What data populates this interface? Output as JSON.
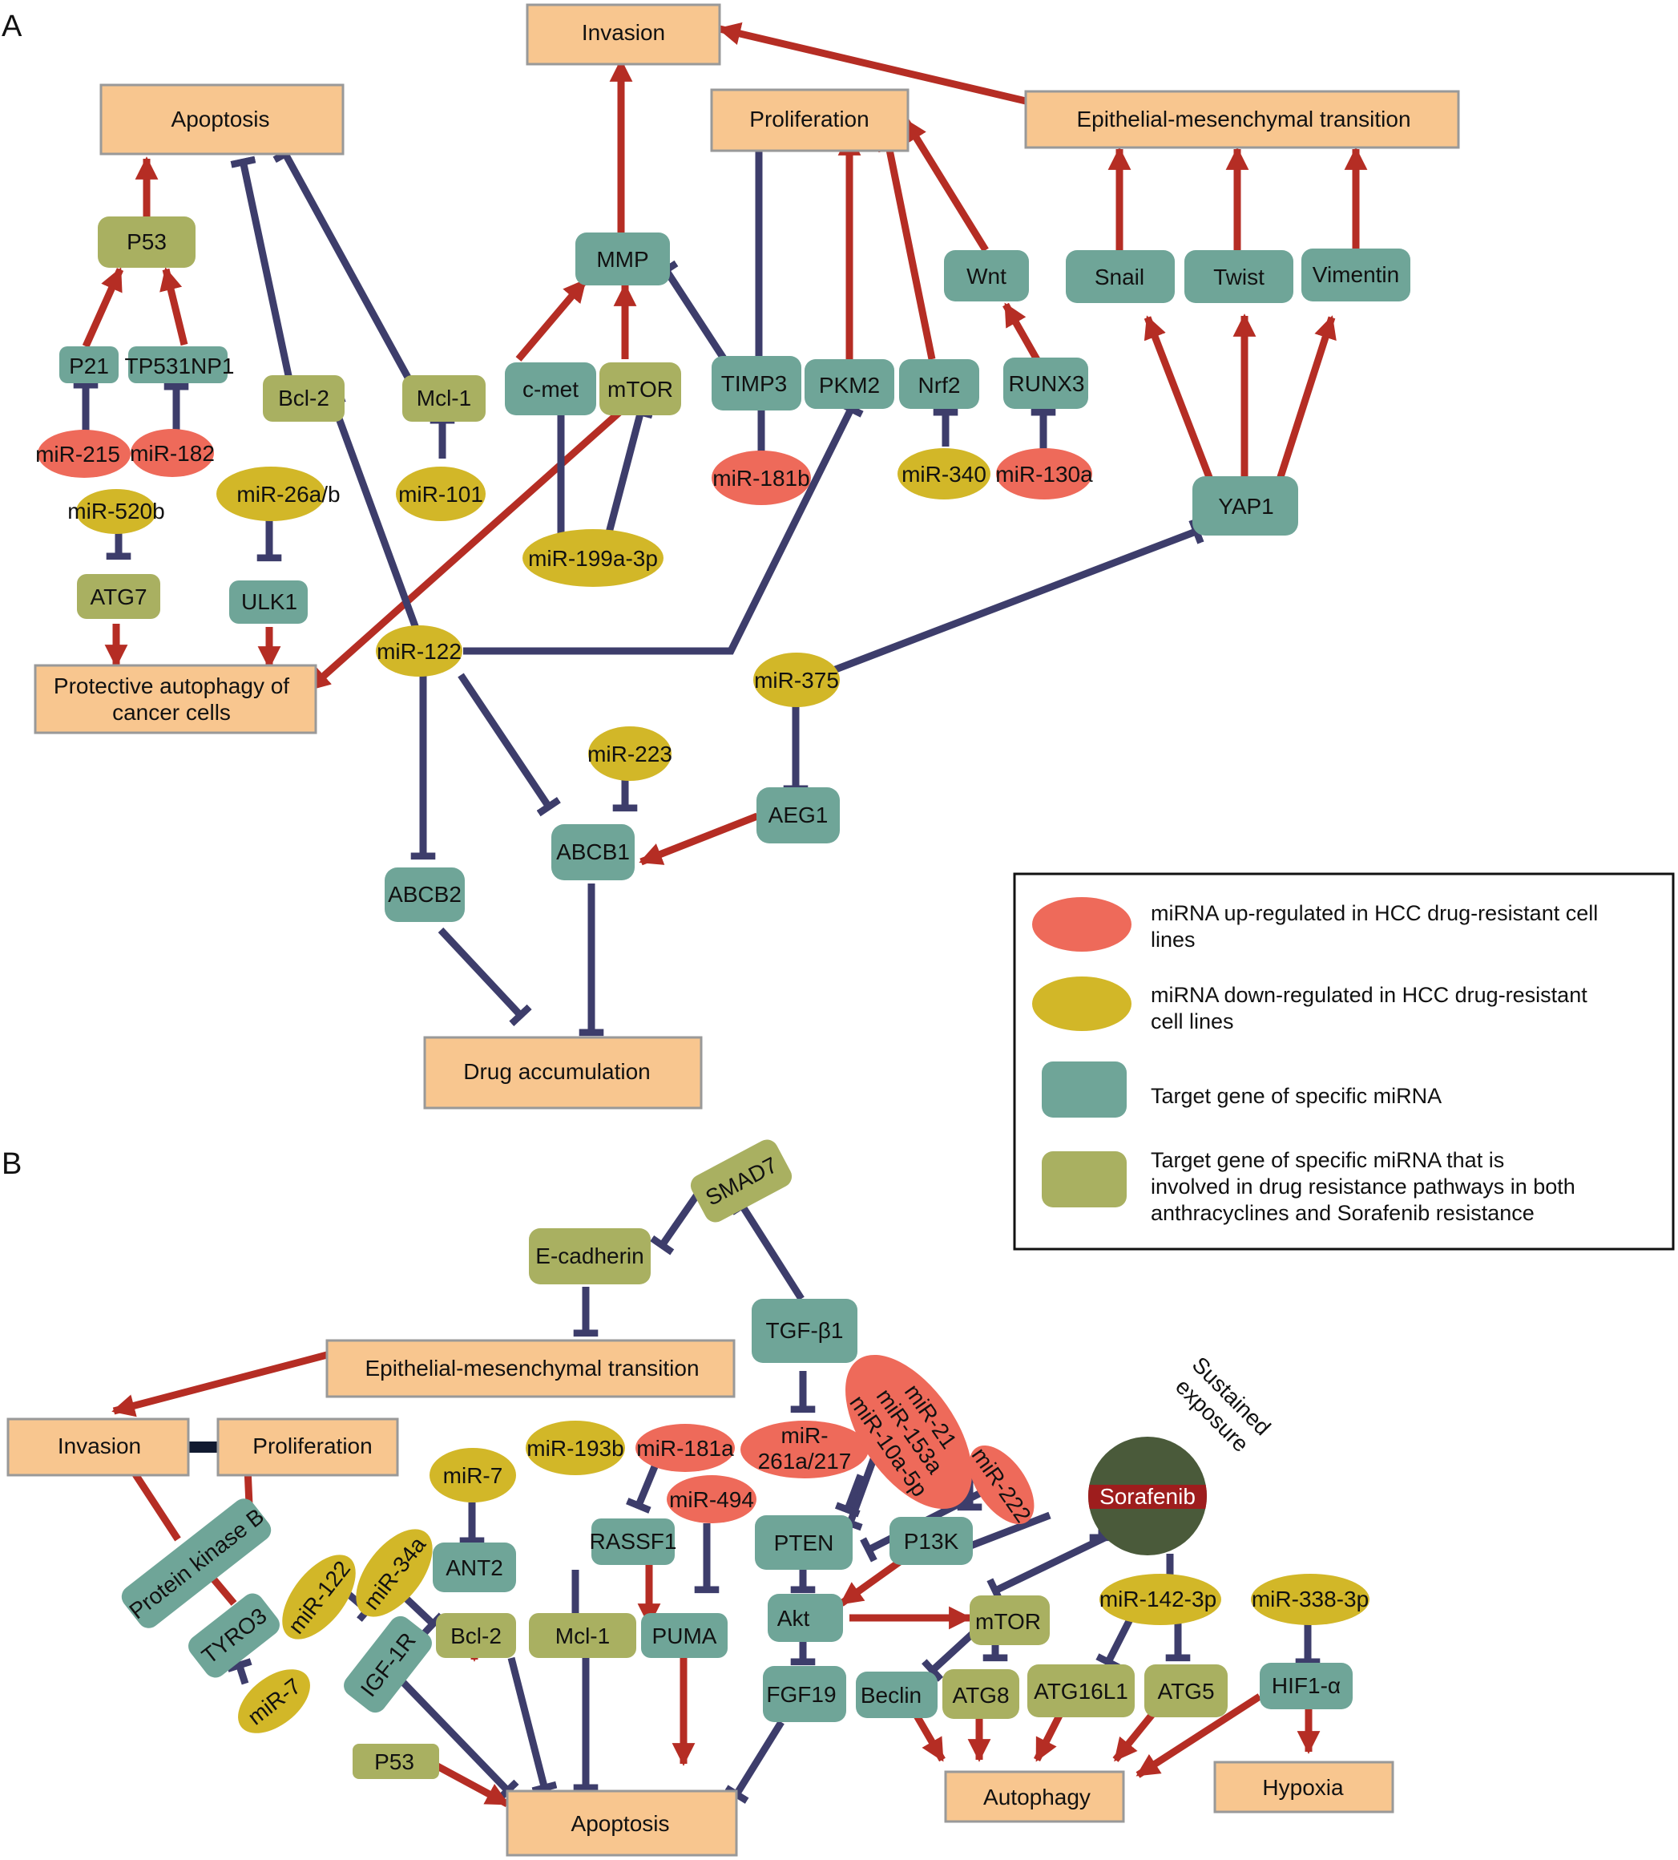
{
  "colors": {
    "process": "#f8c68f",
    "target": "#6fa598",
    "shared_target": "#a9b061",
    "mirna_up": "#ee6a5a",
    "mirna_down": "#d2b728",
    "activation": "#b52d24",
    "inhibition": "#3d3d6b",
    "sorafenib_top": "#4a5a3a",
    "sorafenib_band": "#9e1d1d"
  },
  "panels": {
    "a": "A",
    "b": "B"
  },
  "nodes_a": {
    "invasion": "Invasion",
    "apoptosis": "Apoptosis",
    "proliferation": "Proliferation",
    "emt": "Epithelial-mesenchymal transition",
    "autophagy_l1": "Protective autophagy of",
    "autophagy_l2": "cancer cells",
    "drug_accumulation": "Drug accumulation",
    "p53": "P53",
    "p21": "P21",
    "tp53inp1": "TP531NP1",
    "mir215": "miR-215",
    "mir182": "miR-182",
    "bcl2": "Bcl-2",
    "mcl1": "Mcl-1",
    "mir101": "miR-101",
    "mir520b": "miR-520b",
    "atg7": "ATG7",
    "mir26ab": "miR-26a/b",
    "ulk1": "ULK1",
    "mmp": "MMP",
    "cmet": "c-met",
    "mtor": "mTOR",
    "mir199a": "miR-199a-3p",
    "timp3": "TIMP3",
    "mir181b": "miR-181b",
    "pkm2": "PKM2",
    "nrf2": "Nrf2",
    "mir340": "miR-340",
    "wnt": "Wnt",
    "runx3": "RUNX3",
    "mir130a": "miR-130a",
    "snail": "Snail",
    "twist": "Twist",
    "vimentin": "Vimentin",
    "yap1": "YAP1",
    "mir122": "miR-122",
    "mir375": "miR-375",
    "mir223": "miR-223",
    "aeg1": "AEG1",
    "abcb1": "ABCB1",
    "abcb2": "ABCB2"
  },
  "legend": {
    "up_l1": "miRNA up-regulated in HCC drug-resistant cell",
    "up_l2": "lines",
    "down_l1": "miRNA down-regulated in HCC drug-resistant",
    "down_l2": "cell lines",
    "target": "Target gene of specific miRNA",
    "shared_l1": "Target gene of specific miRNA that is",
    "shared_l2": "involved in drug resistance pathways in both",
    "shared_l3": "anthracyclines and Sorafenib resistance"
  },
  "nodes_b": {
    "smad7": "SMAD7",
    "ecadherin": "E-cadherin",
    "tgfb1": "TGF-β1",
    "emt": "Epithelial-mesenchymal transition",
    "invasion": "Invasion",
    "proliferation": "Proliferation",
    "pkb": "Protein kinase B",
    "tyro3": "TYRO3",
    "mir7a": "miR-7",
    "mir122": "miR-122",
    "mir34a": "miR-34a",
    "igf1r": "IGF-1R",
    "mir7b": "miR-7",
    "ant2": "ANT2",
    "bcl2": "Bcl-2",
    "mir193b": "miR-193b",
    "mcl1": "Mcl-1",
    "mir181a": "miR-181a",
    "rassf1": "RASSF1",
    "mir494": "miR-494",
    "puma": "PUMA",
    "mir261_l1": "miR-",
    "mir261_l2": "261a/217",
    "pten": "PTEN",
    "cluster_l1": "miR-21",
    "cluster_l2": "miR-153a",
    "cluster_l3": "miR-10a-5p",
    "mir222": "miR-222",
    "p13k": "P13K",
    "akt": "Akt",
    "fgf19": "FGF19",
    "mtor": "mTOR",
    "beclin": "Beclin",
    "atg8": "ATG8",
    "sorafenib": "Sorafenib",
    "exposure_l1": "Sustained",
    "exposure_l2": "exposure",
    "mir142": "miR-142-3p",
    "atg16l1": "ATG16L1",
    "atg5": "ATG5",
    "mir338": "miR-338-3p",
    "hif1a": "HIF1-α",
    "hypoxia": "Hypoxia",
    "autophagy": "Autophagy",
    "p53": "P53",
    "apoptosis": "Apoptosis"
  }
}
